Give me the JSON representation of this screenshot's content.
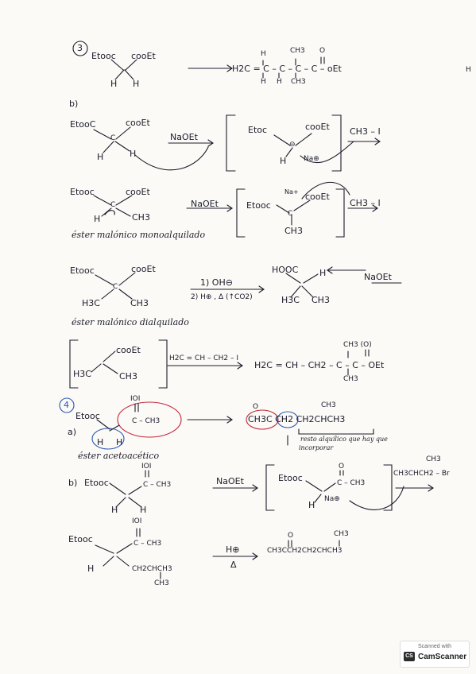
{
  "s3": {
    "num": "3",
    "reactant": {
      "l": "Etooc",
      "r": "cooEt",
      "h1": "H",
      "h2": "H"
    },
    "product": {
      "main": "H2C = C – C – C – C – oEt",
      "top1": "H",
      "top2": "CH3",
      "o": "O",
      "bot1": "H",
      "bot2": "H",
      "bot3": "CH3"
    },
    "right_edge": "H"
  },
  "b": {
    "label": "b)",
    "r": {
      "l": "EtooC",
      "r": "cooEt",
      "c": "C",
      "h1": "H",
      "h2": "H"
    },
    "reagent": "NaOEt",
    "intermed": {
      "l": "Etoc",
      "r": "cooEt",
      "h": "H",
      "na": "Na⊕",
      "neg": "⊖"
    },
    "alkyl": "CH3 – I"
  },
  "row2": {
    "r": {
      "l": "Etooc",
      "r": "cooEt",
      "c": "C",
      "h": "H",
      "ch3": "CH3"
    },
    "reagent": "NaOEt",
    "intermed": {
      "l": "Etooc",
      "r": "cooEt",
      "na": "Na+",
      "c": "C",
      "ch3": "CH3"
    },
    "alkyl": "CH3 – I",
    "caption": "éster malónico monoalquilado"
  },
  "row3": {
    "r": {
      "l": "Etooc",
      "r": "cooEt",
      "c": "C",
      "a": "H3C",
      "b": "CH3"
    },
    "cond1": "1) OH⊖",
    "cond2": "2) H⊕ , Δ (↑CO2)",
    "p": {
      "l": "HOOC",
      "h": "H",
      "a": "H3C",
      "b": "CH3"
    },
    "naoet": "NaOEt",
    "caption": "éster malónico dialquilado"
  },
  "row4": {
    "i": {
      "r": "cooEt",
      "a": "H3C",
      "b": "CH3"
    },
    "alkyl": "H2C = CH – CH2 – I",
    "p": "H2C = CH – CH2 – C – C – OEt",
    "top": "CH3  (O)",
    "bot": "CH3"
  },
  "s4": {
    "num": "4",
    "label": "a)",
    "r": {
      "l": "Etooc",
      "o": "IOI",
      "c": "C – CH3",
      "h1": "H",
      "h2": "H"
    },
    "caption": "éster acetoacético",
    "p": {
      "main": "CH3C CH2 CH2CHCH3",
      "top": "CH3",
      "o": "O"
    },
    "note1": "resto alquílico que hay que",
    "note2": "incorporar"
  },
  "b2": {
    "label": "b)",
    "r": {
      "l": "Etooc",
      "o": "IOI",
      "c": "C – CH3",
      "h1": "H",
      "h2": "H"
    },
    "reagent": "NaOEt",
    "intermed": {
      "l": "Etooc",
      "o": "O",
      "c": "C – CH3",
      "h": "H",
      "na": "Na⊕"
    },
    "alkyl": "CH3CHCH2 – Br",
    "alkyl_top": "CH3"
  },
  "final": {
    "r": {
      "l": "Etooc",
      "o": "IOI",
      "c": "C – CH3",
      "h": "H",
      "chain": "CH2CHCH3",
      "ch3": "CH3"
    },
    "cond1": "H⊕",
    "cond2": "Δ",
    "p": {
      "main": "CH3CCH2CH2CHCH3",
      "o": "O",
      "top": "CH3"
    }
  },
  "scanner": {
    "line1": "Scanned with",
    "line2": "CamScanner"
  }
}
